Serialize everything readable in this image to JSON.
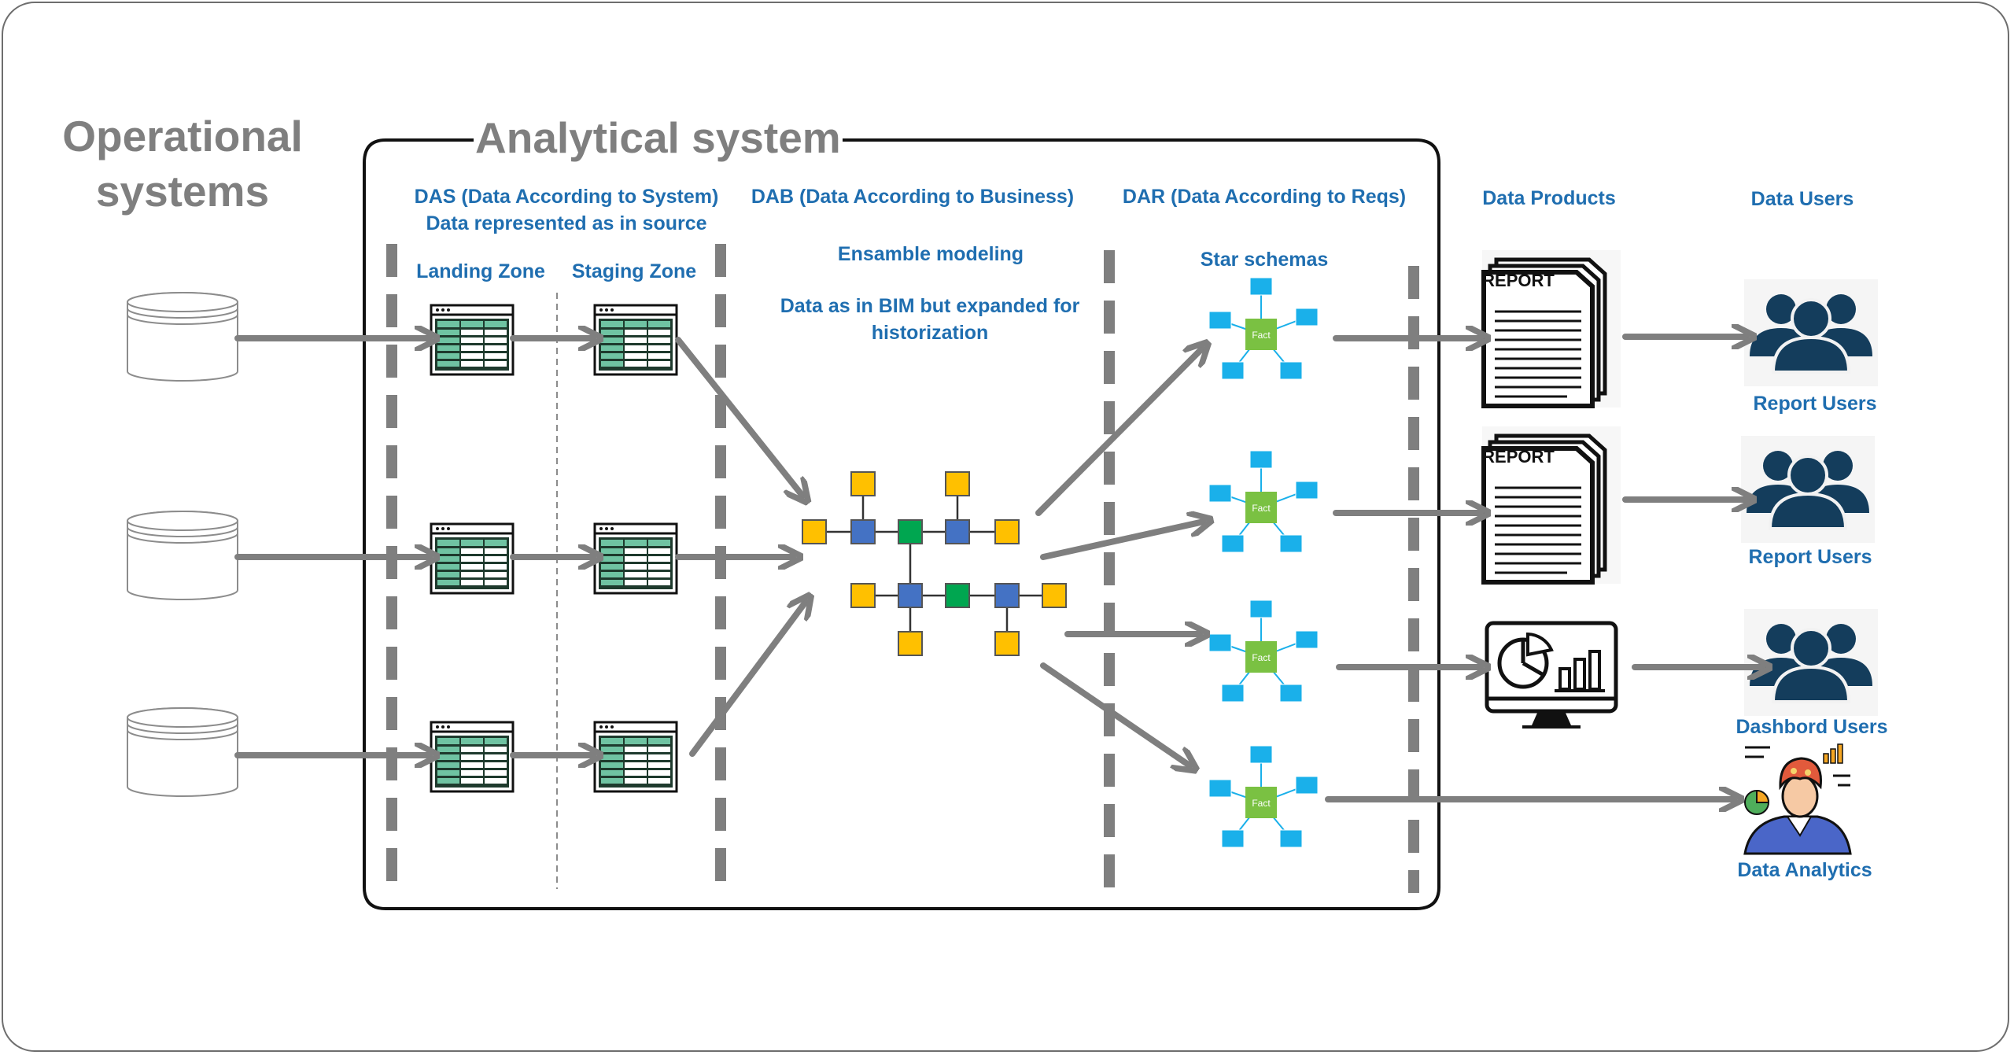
{
  "operational": {
    "title_line1": "Operational",
    "title_line2": "systems"
  },
  "analytical": {
    "title": "Analytical system"
  },
  "das": {
    "line1": "DAS (Data According to System)",
    "line2": "Data represented as in source",
    "landing": "Landing Zone",
    "staging": "Staging Zone"
  },
  "dab": {
    "line1": "DAB (Data According to Business)",
    "modeling": "Ensamble modeling",
    "desc1": "Data as in BIM but expanded for",
    "desc2": "historization"
  },
  "dar": {
    "line1": "DAR (Data According to Reqs)",
    "star": "Star schemas",
    "fact": "Fact"
  },
  "products": {
    "title": "Data Products",
    "report_text": "REPORT"
  },
  "users": {
    "title": "Data Users",
    "u1": "Report Users",
    "u2": "Report Users",
    "u3": "Dashbord Users",
    "u4": "Data Analytics"
  },
  "colors": {
    "accent": "#1f6eb0",
    "arrow": "#7f7f7f",
    "ensemble_yellow": "#ffc000",
    "ensemble_blue": "#4472c4",
    "ensemble_green": "#00a650",
    "star_cyan": "#1ab0ea",
    "star_fact": "#7ac142",
    "user_navy": "#143d5c"
  }
}
